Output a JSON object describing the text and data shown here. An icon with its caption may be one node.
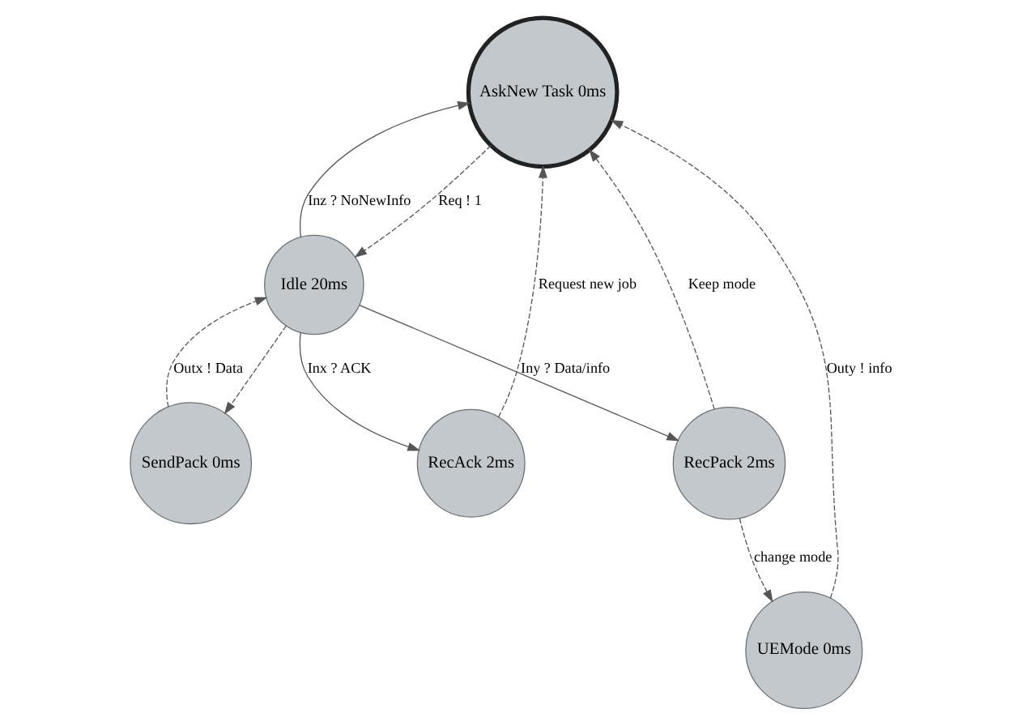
{
  "diagram": {
    "nodes": [
      {
        "text": [
          "AskNew Task 0ms"
        ]
      },
      {
        "text": [
          "RecAck 2ms"
        ]
      },
      {
        "text": [
          "UEMode 0ms"
        ]
      },
      {
        "text": [
          "SendPack 0ms"
        ]
      },
      {
        "text": [
          "Idle 20ms"
        ]
      },
      {
        "text": [
          "RecPack 2ms"
        ]
      }
    ],
    "edges": [
      {
        "from": 1,
        "to": 0,
        "arrow": "to",
        "label": "Request new job",
        "style": "dashed"
      },
      {
        "from": 2,
        "to": 0,
        "arrow": "to",
        "label": "Outy ! info",
        "style": "dashed"
      },
      {
        "from": 0,
        "to": 4,
        "arrow": "to",
        "label": "Req ! 1",
        "style": "dashed"
      },
      {
        "from": 4,
        "to": 0,
        "arrow": "to",
        "label": "Inz ? NoNewInfo"
      },
      {
        "from": 5,
        "to": 0,
        "arrow": "to",
        "label": "Keep mode",
        "style": "dashed"
      },
      {
        "from": 4,
        "to": 1,
        "arrow": "to",
        "label": "Inx ? ACK"
      },
      {
        "from": 5,
        "to": 2,
        "arrow": "to",
        "label": "change mode",
        "style": "dashed"
      },
      {
        "from": 4,
        "to": 3,
        "arrow": "to",
        "style": "dashed"
      },
      {
        "from": 3,
        "to": 4,
        "arrow": "to",
        "label": "Outx ! Data",
        "style": "dashed"
      },
      {
        "from": 4,
        "to": 5,
        "arrow": "to",
        "label": "Iny ? Data/info"
      }
    ]
  }
}
